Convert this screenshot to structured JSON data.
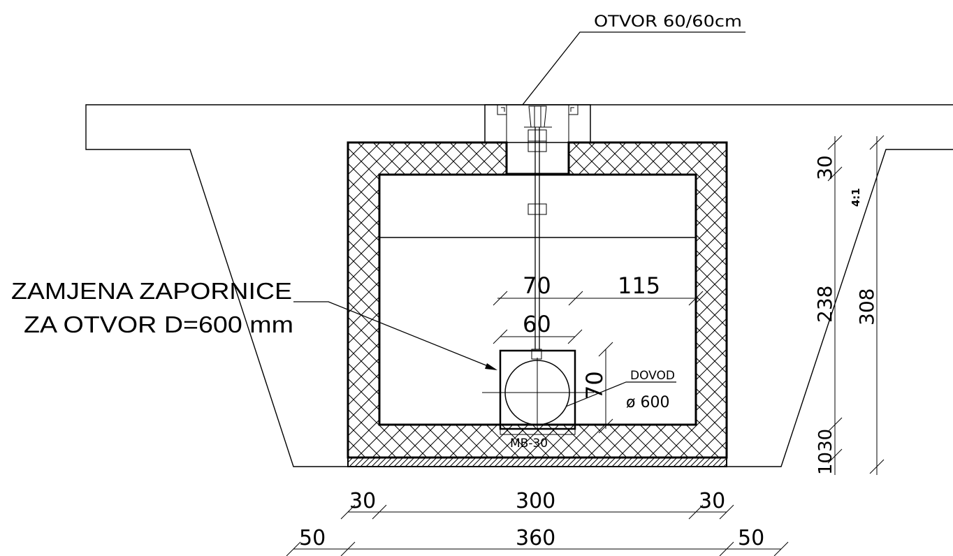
{
  "labels": {
    "opening": "OTVOR 60/60cm",
    "callout_line1": "ZAMJENA ZAPORNICE",
    "callout_line2": "ZA OTVOR D=600 mm",
    "inlet_title": "DOVOD",
    "inlet_size": "ø 600",
    "base_block": "MB-30",
    "slope": "4:1"
  },
  "dimensions": {
    "inner_70": "70",
    "inner_115": "115",
    "gate_60": "60",
    "gate_height_70": "70",
    "right_30_top": "30",
    "right_238": "238",
    "right_308": "308",
    "right_1030": "1030",
    "bottom_row1": [
      "30",
      "300",
      "30"
    ],
    "bottom_row2": [
      "50",
      "360",
      "50"
    ]
  },
  "colors": {
    "line": "#000000",
    "background": "#ffffff"
  }
}
